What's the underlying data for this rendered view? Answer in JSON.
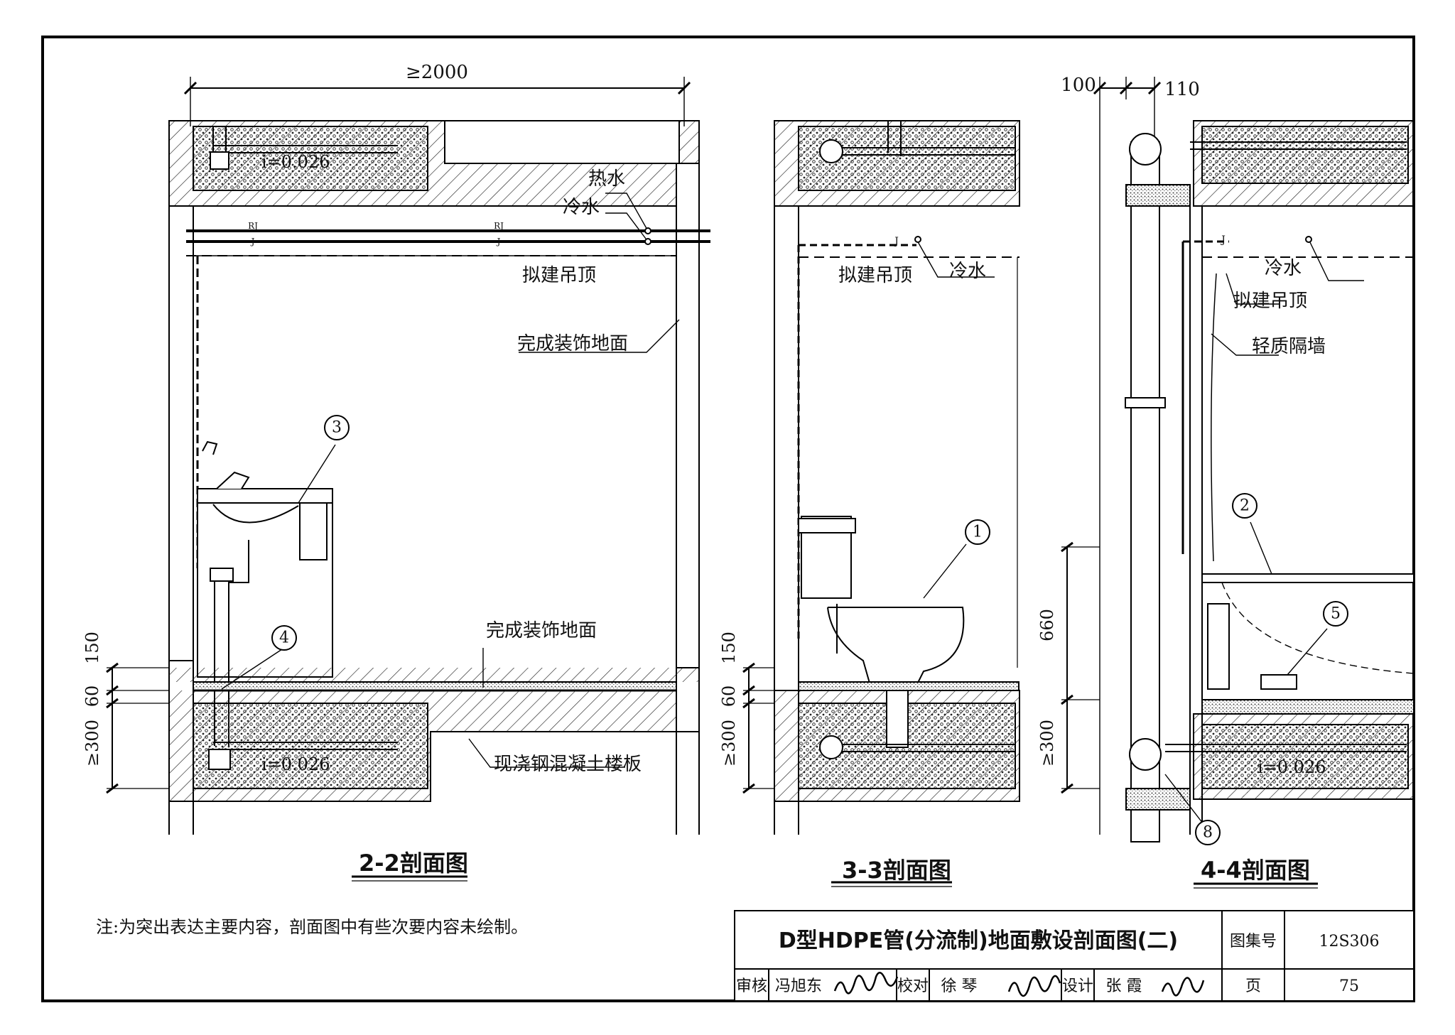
{
  "dims": {
    "top_width": "≥2000",
    "d100": "100",
    "d110": "110",
    "d150": "150",
    "d60": "60",
    "d300": "≥300",
    "d660": "660"
  },
  "labels": {
    "hot_water": "热水",
    "cold_water": "冷水",
    "ceiling": "拟建吊顶",
    "finished_floor": "完成装饰地面",
    "slab": "现浇钢混凝土楼板",
    "partition": "轻质隔墙",
    "slope": "i=0.026",
    "rj": "RJ",
    "j": "J"
  },
  "callouts": [
    "1",
    "2",
    "3",
    "4",
    "5",
    "8"
  ],
  "sections": {
    "s22": "2-2剖面图",
    "s33": "3-3剖面图",
    "s44": "4-4剖面图"
  },
  "note": "注:为突出表达主要内容，剖面图中有些次要内容未绘制。",
  "title_block": {
    "title": "D型HDPE管(分流制)地面敷设剖面图(二)",
    "atlas_label": "图集号",
    "atlas_no": "12S306",
    "review_label": "审核",
    "reviewer": "冯旭东",
    "check_label": "校对",
    "checker": "徐 琴",
    "design_label": "设计",
    "designer": "张 霞",
    "page_label": "页",
    "page_no": "75"
  }
}
